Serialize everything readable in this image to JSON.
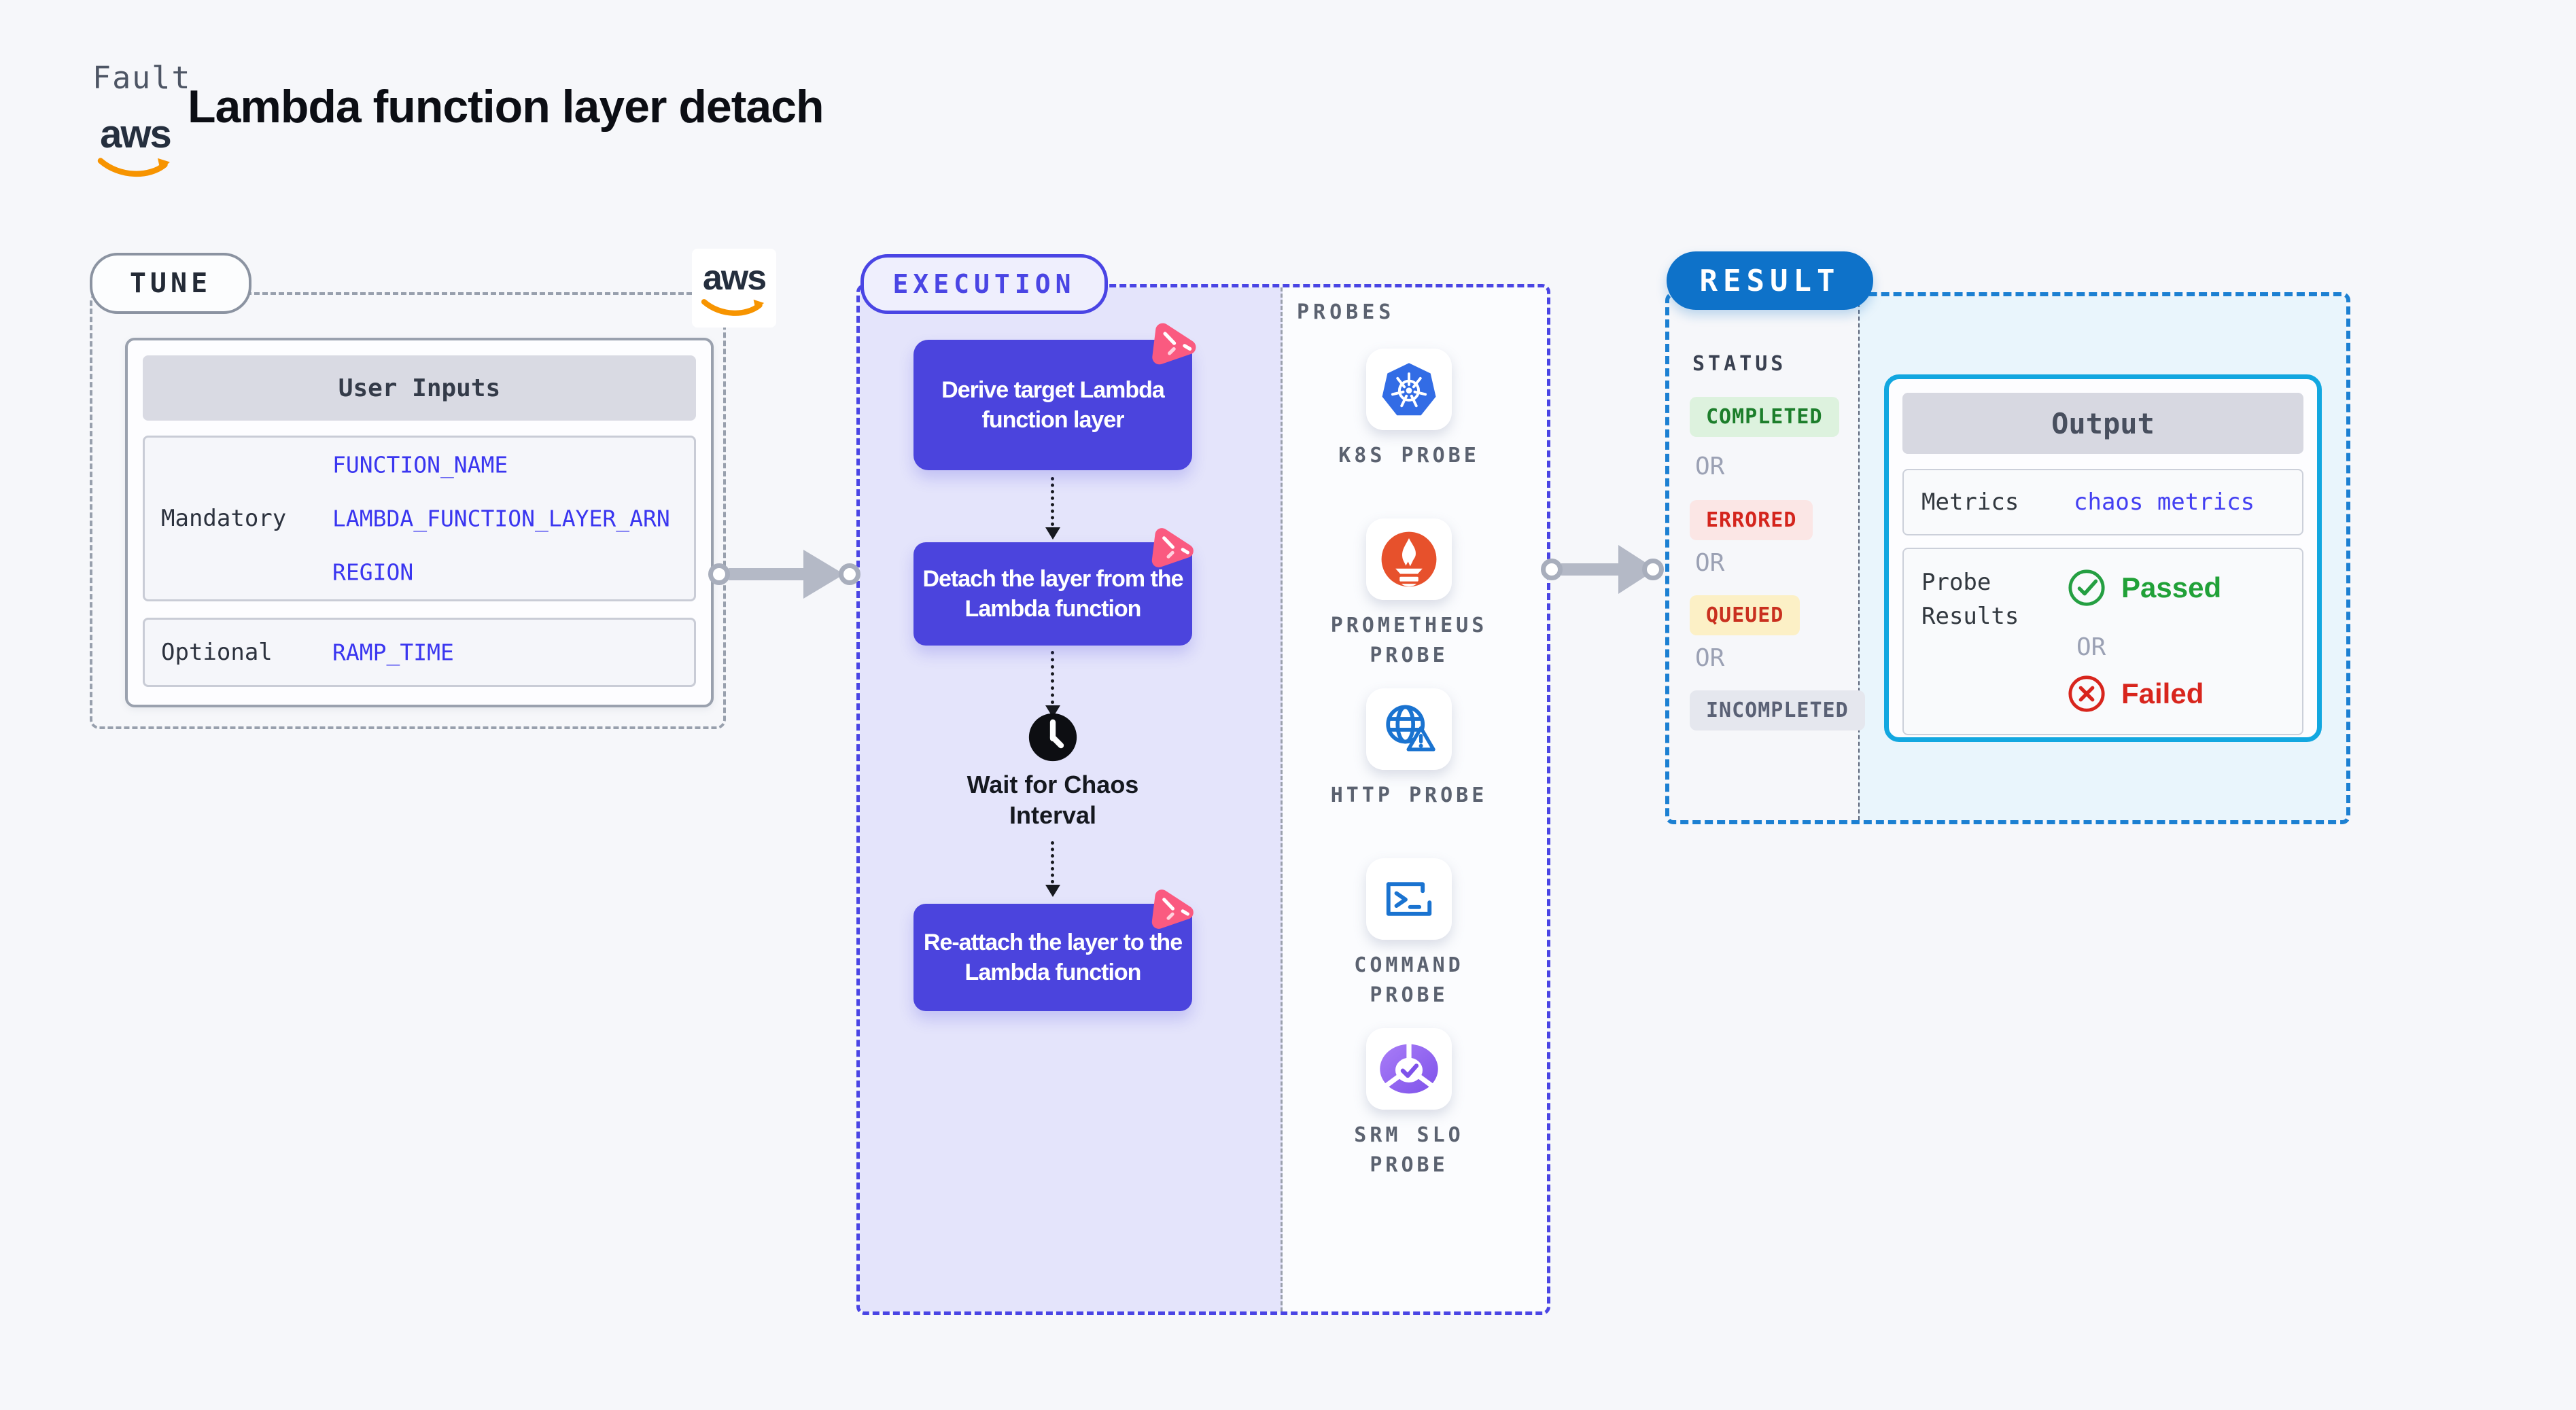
{
  "header": {
    "kicker": "Fault",
    "title": "Lambda function layer detach",
    "aws_label": "aws"
  },
  "tune": {
    "tag": "TUNE",
    "table": {
      "title": "User Inputs",
      "rows": [
        {
          "label": "Mandatory",
          "values": [
            "FUNCTION_NAME",
            "LAMBDA_FUNCTION_LAYER_ARN",
            "REGION"
          ]
        },
        {
          "label": "Optional",
          "values": [
            "RAMP_TIME"
          ]
        }
      ]
    }
  },
  "execution": {
    "tag": "EXECUTION",
    "steps": [
      "Derive target Lambda function layer",
      "Detach the layer from the Lambda function",
      "Re-attach the layer to the Lambda function"
    ],
    "wait_label": "Wait for Chaos Interval"
  },
  "probes": {
    "heading": "PROBES",
    "items": [
      {
        "label": "K8S PROBE",
        "icon": "kubernetes-icon"
      },
      {
        "label": "PROMETHEUS PROBE",
        "icon": "prometheus-icon"
      },
      {
        "label": "HTTP PROBE",
        "icon": "http-globe-icon"
      },
      {
        "label": "COMMAND PROBE",
        "icon": "terminal-icon"
      },
      {
        "label": "SRM SLO PROBE",
        "icon": "srm-slo-icon"
      }
    ]
  },
  "result": {
    "tag": "RESULT",
    "status_heading": "STATUS",
    "or_label": "OR",
    "statuses": [
      {
        "label": "COMPLETED",
        "bg": "#ddf2de",
        "text_color": "#1c7e2b"
      },
      {
        "label": "ERRORED",
        "bg": "#fbe6e5",
        "text_color": "#d4251d"
      },
      {
        "label": "QUEUED",
        "bg": "#fcf0c6",
        "text_color": "#c9301f"
      },
      {
        "label": "INCOMPLETED",
        "bg": "#e5e7ee",
        "text_color": "#5a6175"
      }
    ],
    "output": {
      "title": "Output",
      "metrics_label": "Metrics",
      "metrics_value": "chaos metrics",
      "probe_results_label": "Probe Results",
      "passed_label": "Passed",
      "failed_label": "Failed"
    }
  },
  "colors": {
    "page_bg": "#f6f7fa",
    "accent_purple": "#4a45e4",
    "flow_box_purple": "#4b44dd",
    "lavender_panel": "#e4e4fb",
    "chaos_badge_pink": "#fa5a80",
    "result_dashed_blue": "#1c80d2",
    "result_pill_blue": "#0e72c9",
    "output_border_cyan": "#12a7e0",
    "link_blue": "#433ff2",
    "param_blue": "#3a36f0",
    "passed_green": "#21a138",
    "failed_red": "#d8251d",
    "aws_orange": "#f79400",
    "kubernetes_blue": "#326ce5",
    "prometheus_orange": "#e7512c"
  }
}
